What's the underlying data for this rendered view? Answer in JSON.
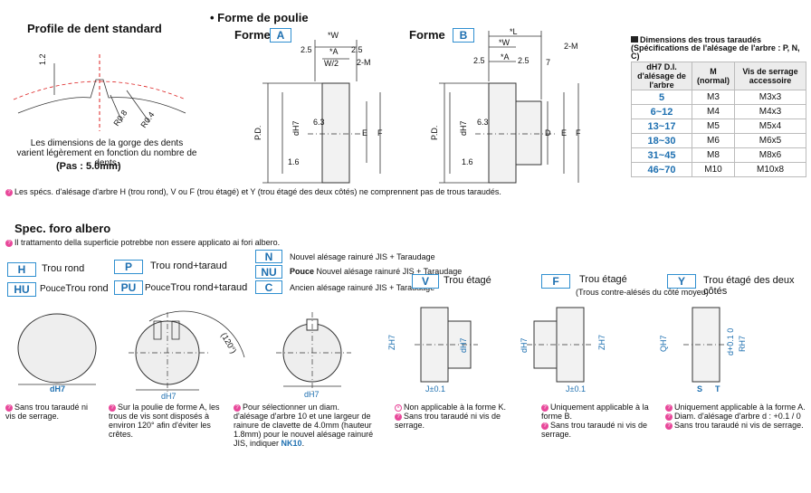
{
  "profile": {
    "title": "Profile de dent standard",
    "note": "Les dimensions de la gorge des dents varient légèrement en fonction du nombre de dents.",
    "pitch": "(Pas : 5.0mm)",
    "labels": {
      "a": "1.2",
      "b": "R0.8",
      "c": "R0.4"
    }
  },
  "poulie": {
    "title": "• Forme de poulie",
    "forme_label": "Forme",
    "forme_a": "A",
    "forme_b": "B",
    "dims_a": {
      "w": "*W",
      "a": "*A",
      "w2": "W/2",
      "m": "2-M",
      "d1": "2.5",
      "d2": "2.5",
      "pd": "P.D.",
      "e": "E",
      "f": "F",
      "dh": "dH7",
      "r": "6.3",
      "t": "1.6"
    },
    "dims_b": {
      "l": "*L",
      "w": "*W",
      "a": "*A",
      "m": "2-M",
      "d1": "2.5",
      "d2": "2.5",
      "d3": "7",
      "pd": "P.D.",
      "d": "D",
      "e": "E",
      "f": "F",
      "dh": "dH7",
      "r": "6.3",
      "t": "1.6"
    }
  },
  "tap_table": {
    "title": "Dimensions des trous taraudés (Spécifications de l'alésage de l'arbre : P, N, C)",
    "headers": [
      "dH7 D.I. d'alésage de l'arbre",
      "M (normal)",
      "Vis de serrage accessoire"
    ],
    "rows": [
      [
        "5",
        "M3",
        "M3x3"
      ],
      [
        "6~12",
        "M4",
        "M4x3"
      ],
      [
        "13~17",
        "M5",
        "M5x4"
      ],
      [
        "18~30",
        "M6",
        "M6x5"
      ],
      [
        "31~45",
        "M8",
        "M8x6"
      ],
      [
        "46~70",
        "M10",
        "M10x8"
      ]
    ]
  },
  "warning_line": "Les spécs. d'alésage d'arbre H (trou rond), V ou F (trou étagé) et Y (trou étagé des deux côtés) ne comprennent pas de trous taraudés.",
  "spec": {
    "title": "Spec. foro albero",
    "warning": "Il trattamento della superficie potrebbe non essere applicato ai fori albero.",
    "options": [
      {
        "code": "H",
        "label": "Trou rond"
      },
      {
        "code": "HU",
        "label_bold": "Pouce",
        "label": "Trou rond"
      },
      {
        "code": "P",
        "label": "Trou rond+taraud"
      },
      {
        "code": "PU",
        "label_bold": "Pouce",
        "label": "Trou rond+taraud"
      },
      {
        "code": "N",
        "label": "Nouvel alésage rainuré JIS + Taraudage"
      },
      {
        "code": "NU",
        "label_bold": "Pouce",
        "label": "Nouvel alésage rainuré JIS + Taraudage"
      },
      {
        "code": "C",
        "label": "Ancien alésage rainuré JIS + Taraudage"
      },
      {
        "code": "V",
        "label": "Trou étagé"
      },
      {
        "code": "F",
        "label": "Trou étagé",
        "sub": "(Trous contre-alésés du côté moyeu)"
      },
      {
        "code": "Y",
        "label": "Trou étagé des deux côtés"
      }
    ],
    "notes": {
      "h": "Sans trou taraudé ni vis de serrage.",
      "p": "Sur la poulie de forme A, les trous de vis sont disposés à environ 120° afin d'éviter les crêtes.",
      "n": "Pour sélectionner un diam. d'alésage d'arbre 10 et une largeur de rainure de clavette de 4.0mm (hauteur 1.8mm) pour le nouvel alésage rainuré JIS, indiquer",
      "n_code": "NK10",
      "v1": "Non applicable à la forme K.",
      "v2": "Sans trou taraudé ni vis de serrage.",
      "f1": "Uniquement applicable à la forme B.",
      "f2": "Sans trou taraudé ni vis de serrage.",
      "y1": "Uniquement applicable à la forme A.",
      "y2": "Diam. d'alésage d'arbre d : +0.1 / 0",
      "y3": "Sans trou taraudé ni vis de serrage."
    },
    "dims": {
      "dh": "dH7",
      "angle": "(120°)",
      "zh": "ZH7",
      "j": "J±0.1",
      "qh": "QH7",
      "rh": "RH7",
      "d01": "d+0.1 0",
      "s": "S",
      "t": "T"
    }
  }
}
